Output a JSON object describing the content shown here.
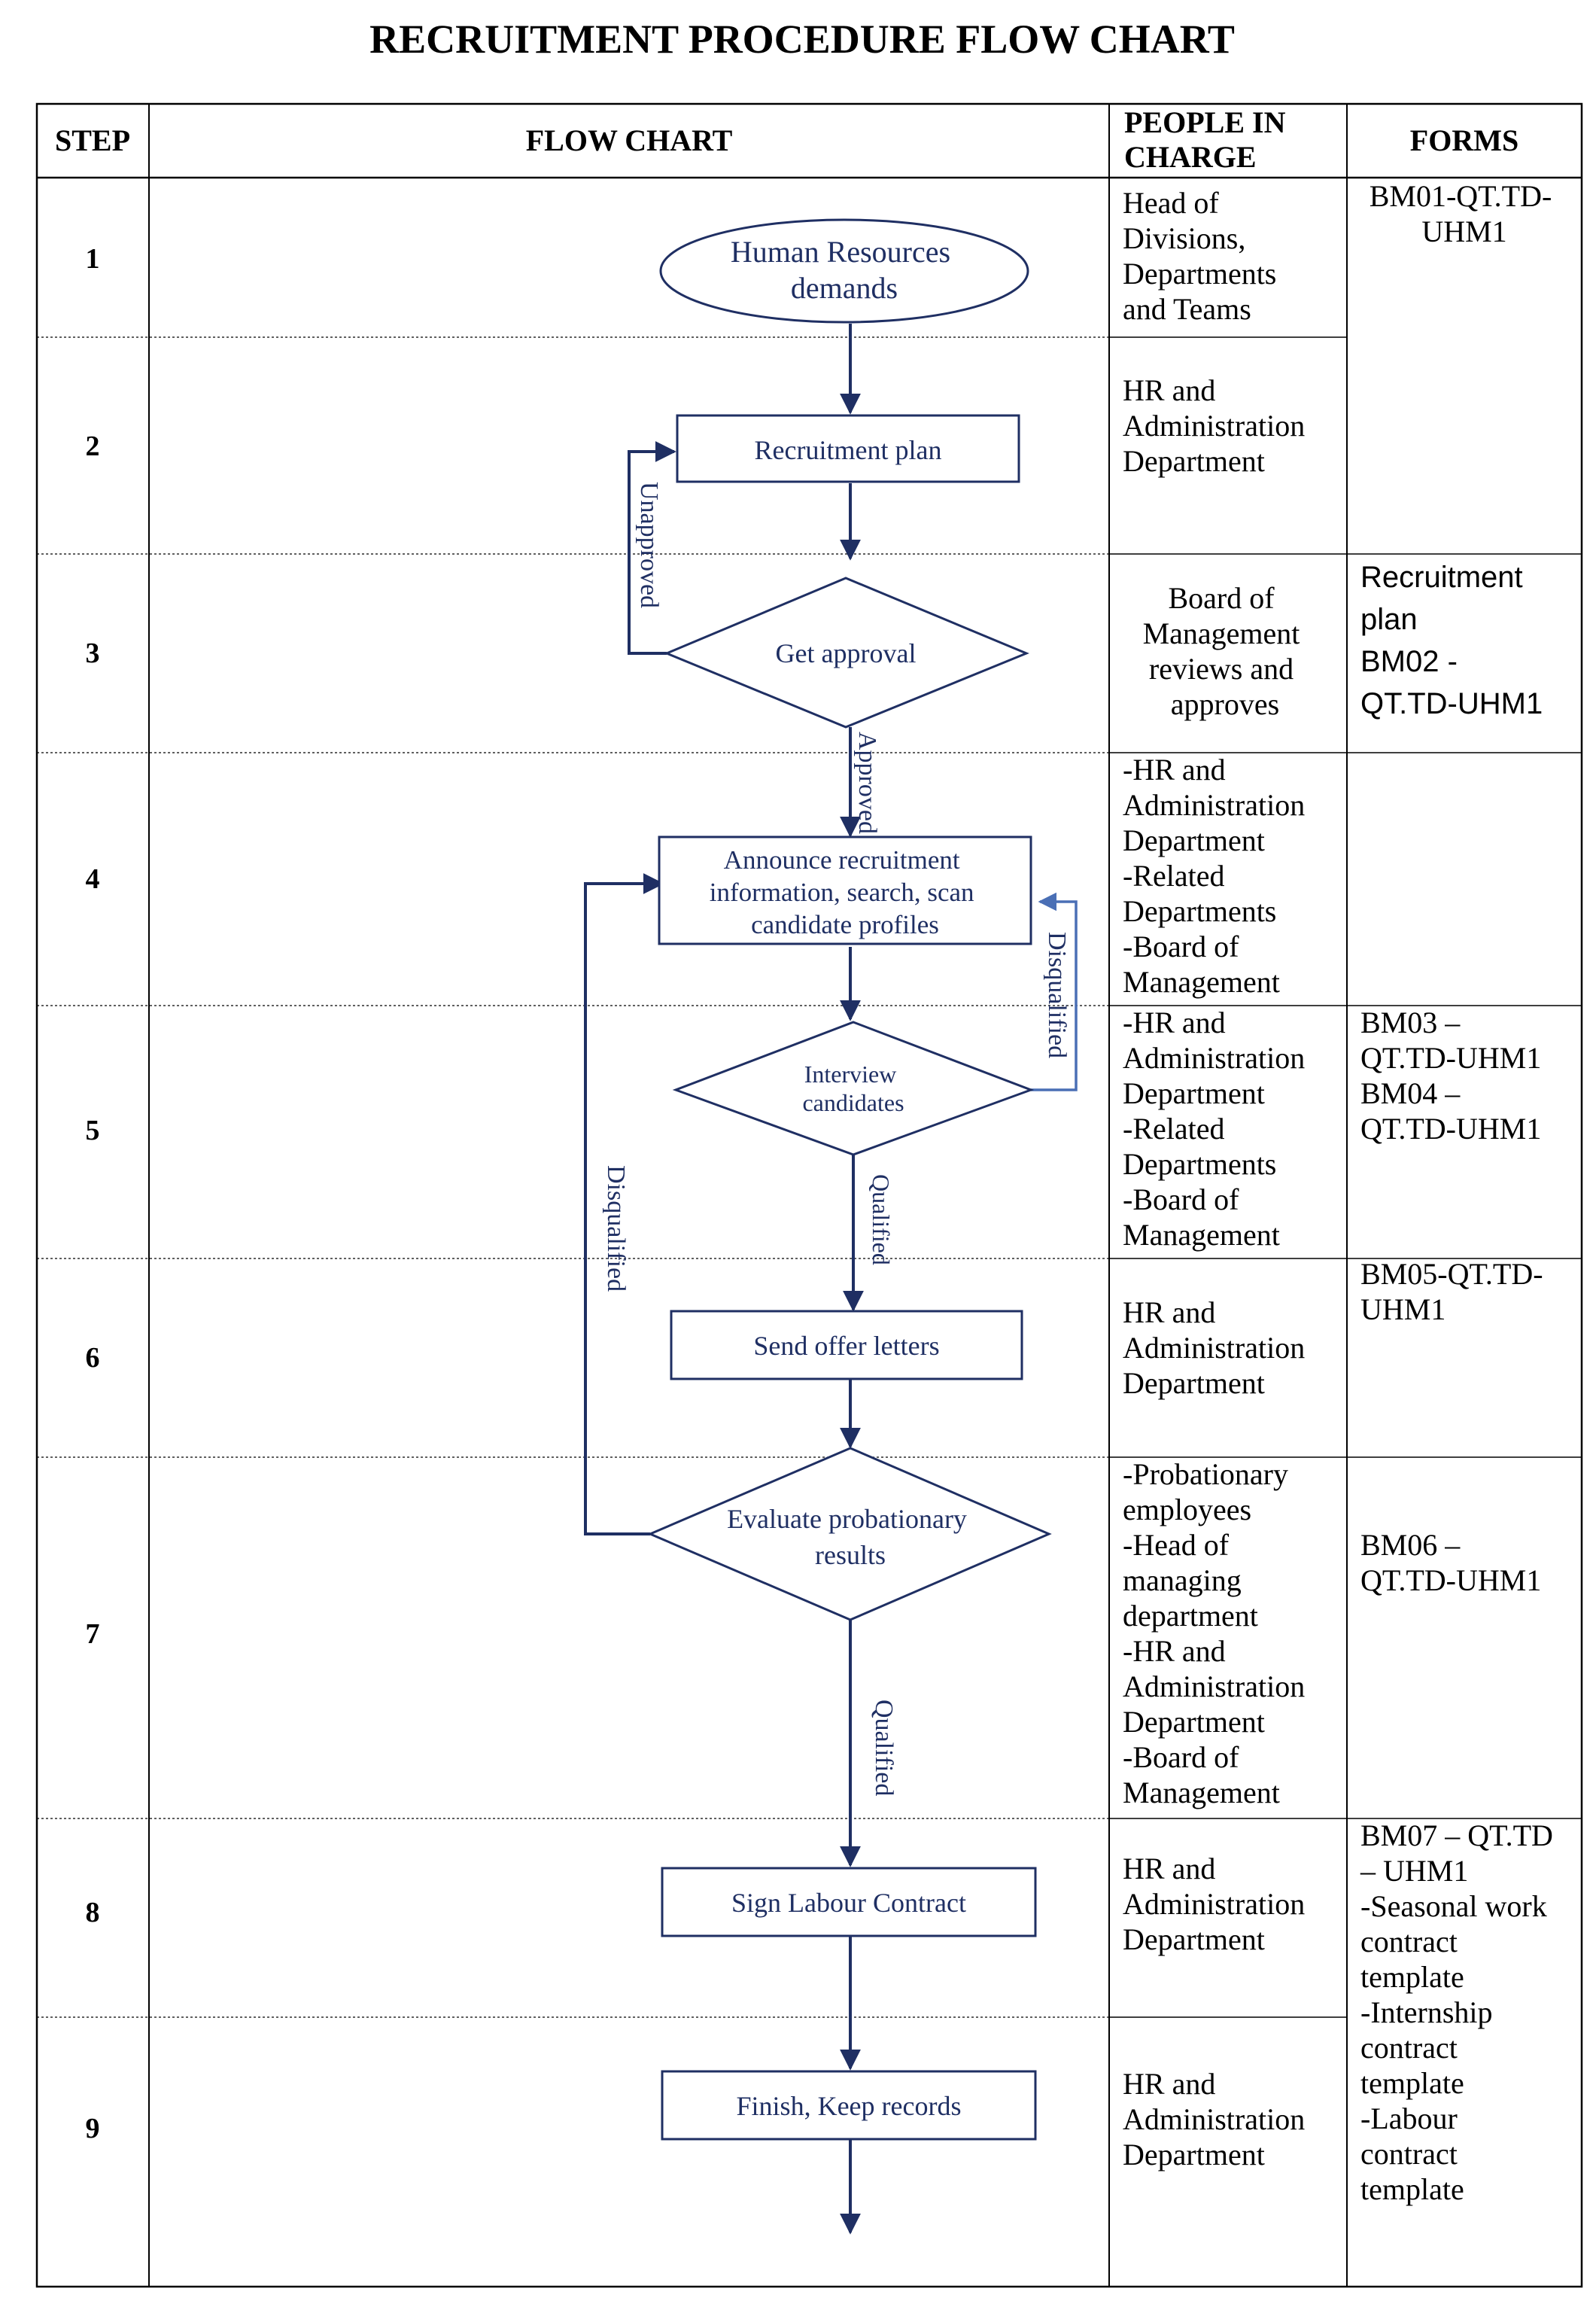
{
  "title": "RECRUITMENT PROCEDURE FLOW CHART",
  "headers": {
    "step": "STEP",
    "flow": "FLOW CHART",
    "people": [
      "PEOPLE IN",
      "CHARGE"
    ],
    "forms": "FORMS"
  },
  "steps": [
    "1",
    "2",
    "3",
    "4",
    "5",
    "6",
    "7",
    "8",
    "9"
  ],
  "people": [
    [
      "Head of",
      "Divisions,",
      "Departments",
      "and Teams"
    ],
    [
      "HR and",
      "Administration",
      "Department"
    ],
    [
      "Board of",
      "Management",
      "reviews and",
      "approves"
    ],
    [
      "-HR and",
      "Administration",
      "Department",
      "-Related",
      "Departments",
      "-Board of",
      "Management"
    ],
    [
      "-HR and",
      "Administration",
      "Department",
      "-Related",
      "Departments",
      "-Board of",
      "Management"
    ],
    [
      "HR and",
      "Administration",
      "Department"
    ],
    [
      "-Probationary",
      "employees",
      "-Head of",
      "managing",
      "department",
      "-HR and",
      "Administration",
      "Department",
      "-Board of",
      "Management"
    ],
    [
      "HR and",
      "Administration",
      "Department"
    ],
    [
      "HR and",
      "Administration",
      "Department"
    ]
  ],
  "forms": {
    "f1": [
      "BM01-QT.TD-",
      "UHM1"
    ],
    "f3": [
      "Recruitment",
      "plan",
      "BM02 -",
      "QT.TD-UHM1"
    ],
    "f5": [
      "BM03 –",
      "QT.TD-UHM1",
      "BM04 –",
      "QT.TD-UHM1"
    ],
    "f6": [
      "BM05-QT.TD-",
      "UHM1"
    ],
    "f7": [
      "BM06 –",
      "QT.TD-UHM1"
    ],
    "f8": [
      "BM07 – QT.TD",
      "– UHM1",
      "-Seasonal work",
      "contract",
      "template",
      "-Internship",
      "contract",
      "template",
      "-Labour",
      "contract",
      "template"
    ]
  },
  "nodes": {
    "start": [
      "Human Resources",
      "demands"
    ],
    "plan": "Recruitment plan",
    "approval": "Get approval",
    "announce": [
      "Announce recruitment",
      "information, search, scan",
      "candidate profiles"
    ],
    "interview": [
      "Interview",
      "candidates"
    ],
    "offer": "Send offer letters",
    "evaluate": [
      "Evaluate probationary",
      "results"
    ],
    "sign": "Sign Labour Contract",
    "finish": "Finish, Keep records"
  },
  "edge_labels": {
    "unapproved": "Unapproved",
    "approved": "Approved",
    "disqualified_interview": "Disqualified",
    "qualified_interview": "Qualified",
    "disqualified_probation": "Disqualified",
    "qualified_probation": "Qualified"
  },
  "colors": {
    "ink": "#1f2f63",
    "line": "#000000",
    "accent": "#4a6fb5"
  }
}
